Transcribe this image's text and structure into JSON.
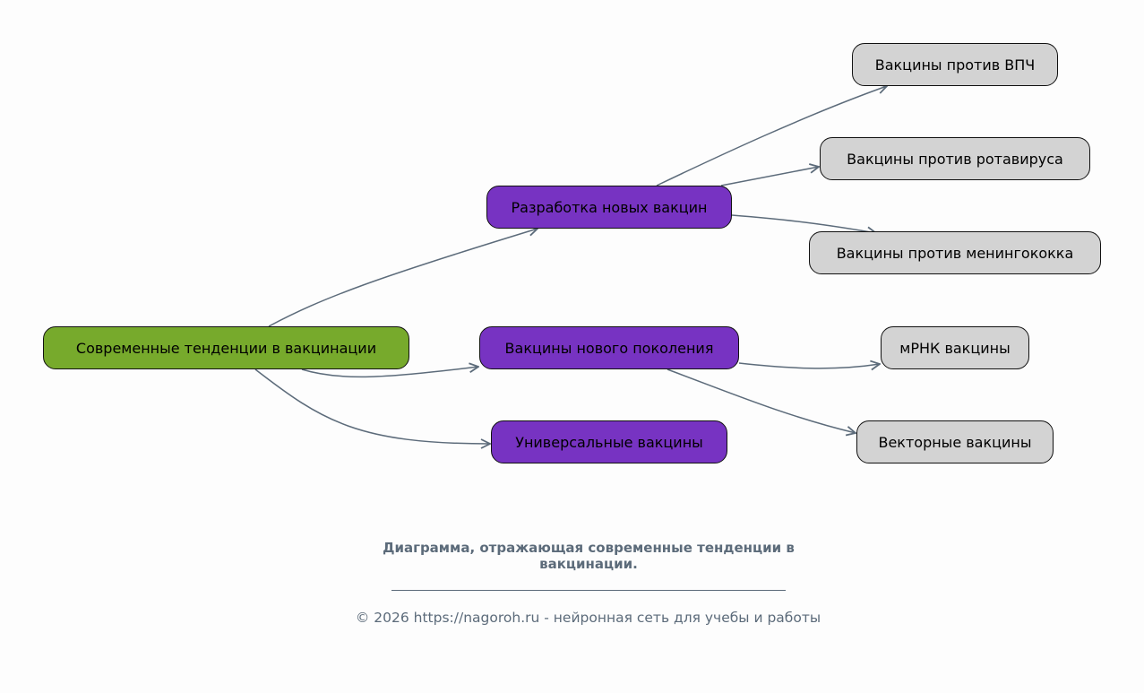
{
  "colors": {
    "root": "#77aa2c",
    "branch": "#7733c2",
    "leaf": "#d3d3d3",
    "edge": "#5c6b7a"
  },
  "nodes": {
    "root": "Современные тенденции в вакцинации",
    "new_dev": "Разработка новых вакцин",
    "new_gen": "Вакцины нового поколения",
    "universal": "Универсальные вакцины",
    "hpv": "Вакцины против ВПЧ",
    "rotavirus": "Вакцины против ротавируса",
    "meningococcus": "Вакцины против менингококка",
    "mrna": "мРНК вакцины",
    "vector": "Векторные вакцины"
  },
  "caption": "Диаграмма, отражающая современные тенденции в вакцинации.",
  "footer": "© 2026 https://nagoroh.ru - нейронная сеть для учебы и работы"
}
